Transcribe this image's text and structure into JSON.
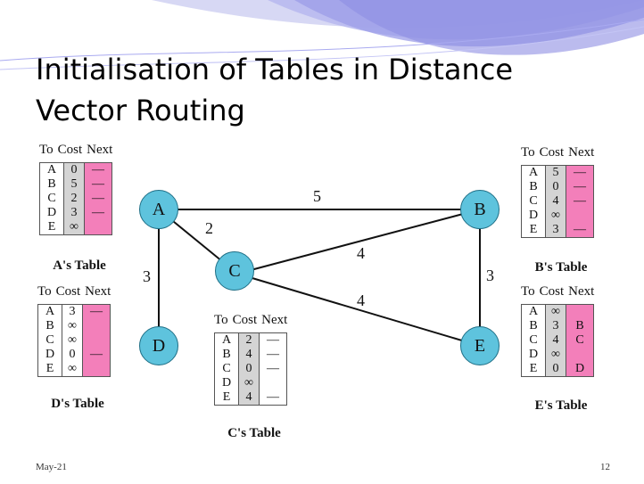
{
  "slide": {
    "title_line1": "Initialisation of Tables in Distance",
    "title_line2": "Vector Routing",
    "footer_date": "May-21",
    "page_number": "12"
  },
  "diagram": {
    "headers": {
      "to": "To",
      "cost": "Cost",
      "next": "Next"
    },
    "nodes": [
      "A",
      "B",
      "C",
      "D",
      "E"
    ],
    "links": [
      {
        "from": "A",
        "to": "B",
        "cost": "5"
      },
      {
        "from": "A",
        "to": "C",
        "cost": "2"
      },
      {
        "from": "A",
        "to": "D",
        "cost": "3"
      },
      {
        "from": "C",
        "to": "B",
        "cost": "4"
      },
      {
        "from": "C",
        "to": "E",
        "cost": "4"
      },
      {
        "from": "B",
        "to": "E",
        "cost": "3"
      }
    ],
    "tables": [
      {
        "caption": "A's Table",
        "to": [
          "A",
          "B",
          "C",
          "D",
          "E"
        ],
        "cost": [
          "0",
          "5",
          "2",
          "3",
          "∞"
        ],
        "next": [
          "—",
          "—",
          "—",
          "—",
          ""
        ]
      },
      {
        "caption": "B's Table",
        "to": [
          "A",
          "B",
          "C",
          "D",
          "E"
        ],
        "cost": [
          "5",
          "0",
          "4",
          "∞",
          "3"
        ],
        "next": [
          "—",
          "—",
          "—",
          "",
          "—"
        ]
      },
      {
        "caption": "D's Table",
        "to": [
          "A",
          "B",
          "C",
          "D",
          "E"
        ],
        "cost": [
          "3",
          "∞",
          "∞",
          "0",
          "∞"
        ],
        "next": [
          "—",
          "",
          "",
          "—",
          ""
        ]
      },
      {
        "caption": "C's Table",
        "to": [
          "A",
          "B",
          "C",
          "D",
          "E"
        ],
        "cost": [
          "2",
          "4",
          "0",
          "∞",
          "4"
        ],
        "next": [
          "—",
          "—",
          "—",
          "",
          "—"
        ]
      },
      {
        "caption": "E's Table",
        "to": [
          "A",
          "B",
          "C",
          "D",
          "E"
        ],
        "cost": [
          "∞",
          "3",
          "4",
          "∞",
          "0"
        ],
        "next": [
          "",
          "B",
          "C",
          "",
          "D"
        ]
      }
    ]
  },
  "colors": {
    "node_fill": "#5ec3dd",
    "cost_column": "#d4d4d4",
    "next_column": "#f37fba",
    "header_swoosh": "#8d8ee3"
  }
}
